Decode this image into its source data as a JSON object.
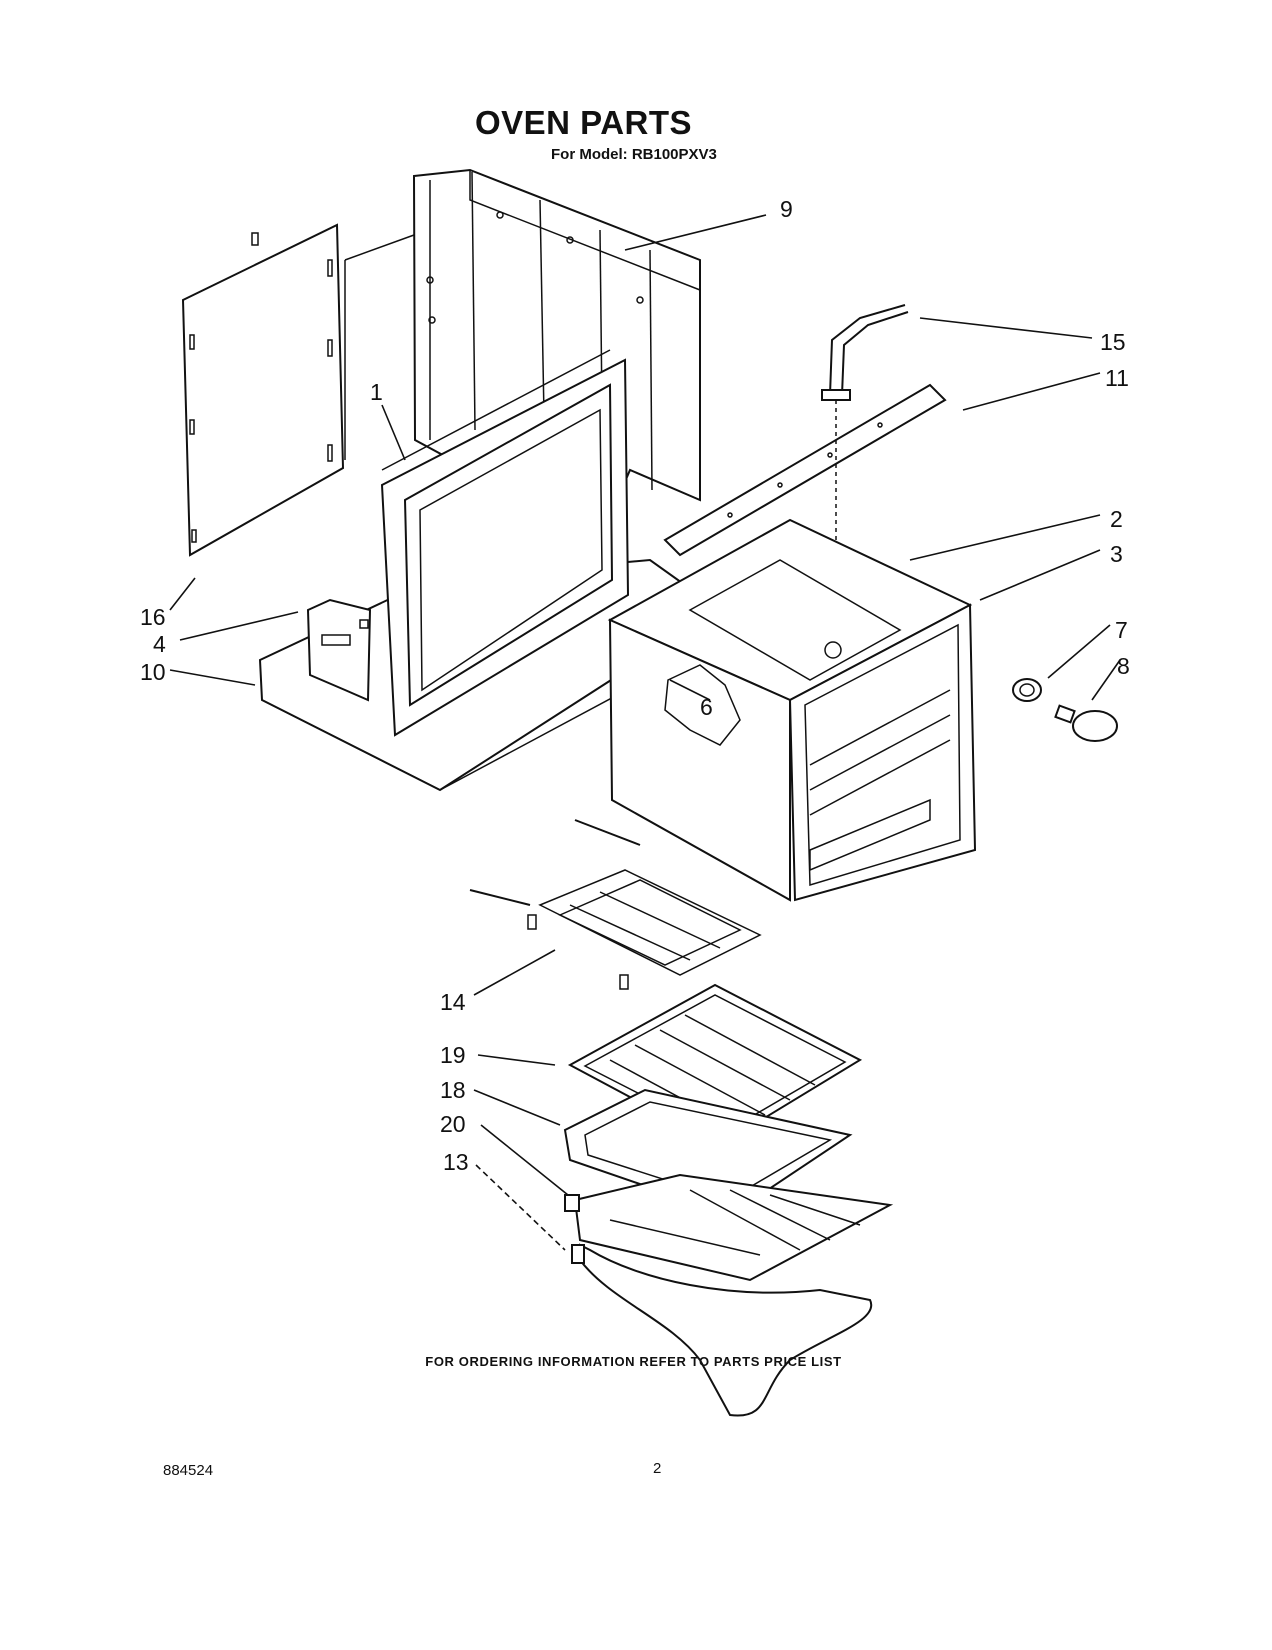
{
  "title": "OVEN PARTS",
  "subtitle": "For Model: RB100PXV3",
  "footer_note": "FOR ORDERING INFORMATION REFER TO PARTS PRICE LIST",
  "doc_number": "884524",
  "page_number": "2",
  "callouts": {
    "c1": "1",
    "c2": "2",
    "c3": "3",
    "c4": "4",
    "c6": "6",
    "c7": "7",
    "c8": "8",
    "c9": "9",
    "c10": "10",
    "c11": "11",
    "c13": "13",
    "c14": "14",
    "c15": "15",
    "c16": "16",
    "c18": "18",
    "c19": "19",
    "c20": "20"
  }
}
